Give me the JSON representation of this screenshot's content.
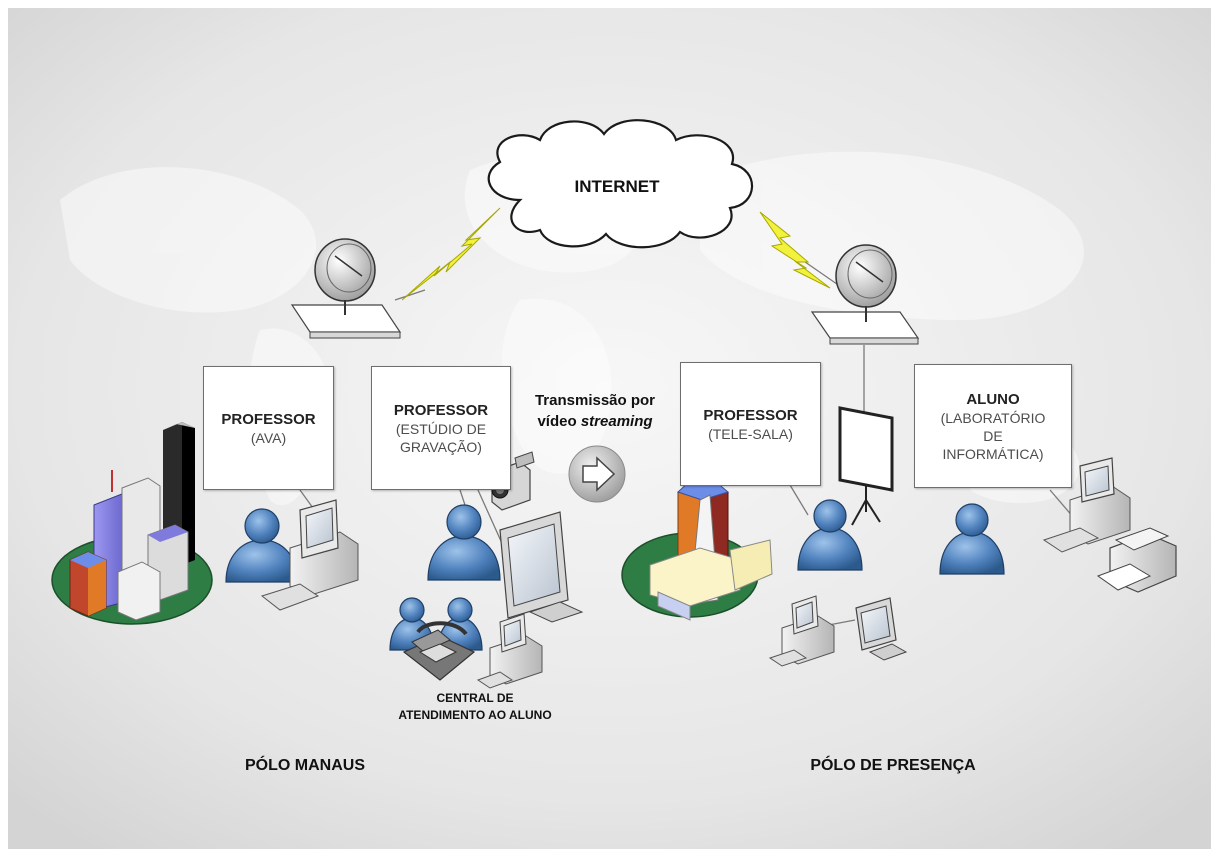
{
  "cloud": {
    "label": "INTERNET"
  },
  "boxes": {
    "professor_ava": {
      "title": "PROFESSOR",
      "lines": [
        "(AVA)"
      ]
    },
    "professor_estudio": {
      "title": "PROFESSOR",
      "lines": [
        "(ESTÚDIO DE",
        "GRAVAÇÃO)"
      ]
    },
    "professor_telesala": {
      "title": "PROFESSOR",
      "lines": [
        "(TELE-SALA)"
      ]
    },
    "aluno_lab": {
      "title": "ALUNO",
      "lines": [
        "(LABORATÓRIO",
        "DE",
        "INFORMÁTICA)"
      ]
    }
  },
  "streaming": {
    "line1": "Transmissão por",
    "line2_prefix": "vídeo ",
    "line2_emph": "streaming"
  },
  "central": {
    "line1": "CENTRAL DE",
    "line2": "ATENDIMENTO AO ALUNO"
  },
  "poles": {
    "left": "PÓLO MANAUS",
    "right": "PÓLO DE PRESENÇA"
  },
  "colors": {
    "background_gray": "#dcdcdc",
    "lightning": "#f2f23c",
    "person_blue": "#4f81bd",
    "base_green": "#2e7d44",
    "building_purple": "#8a86e8",
    "building_red": "#c0462c",
    "building_orange": "#e07a26"
  }
}
